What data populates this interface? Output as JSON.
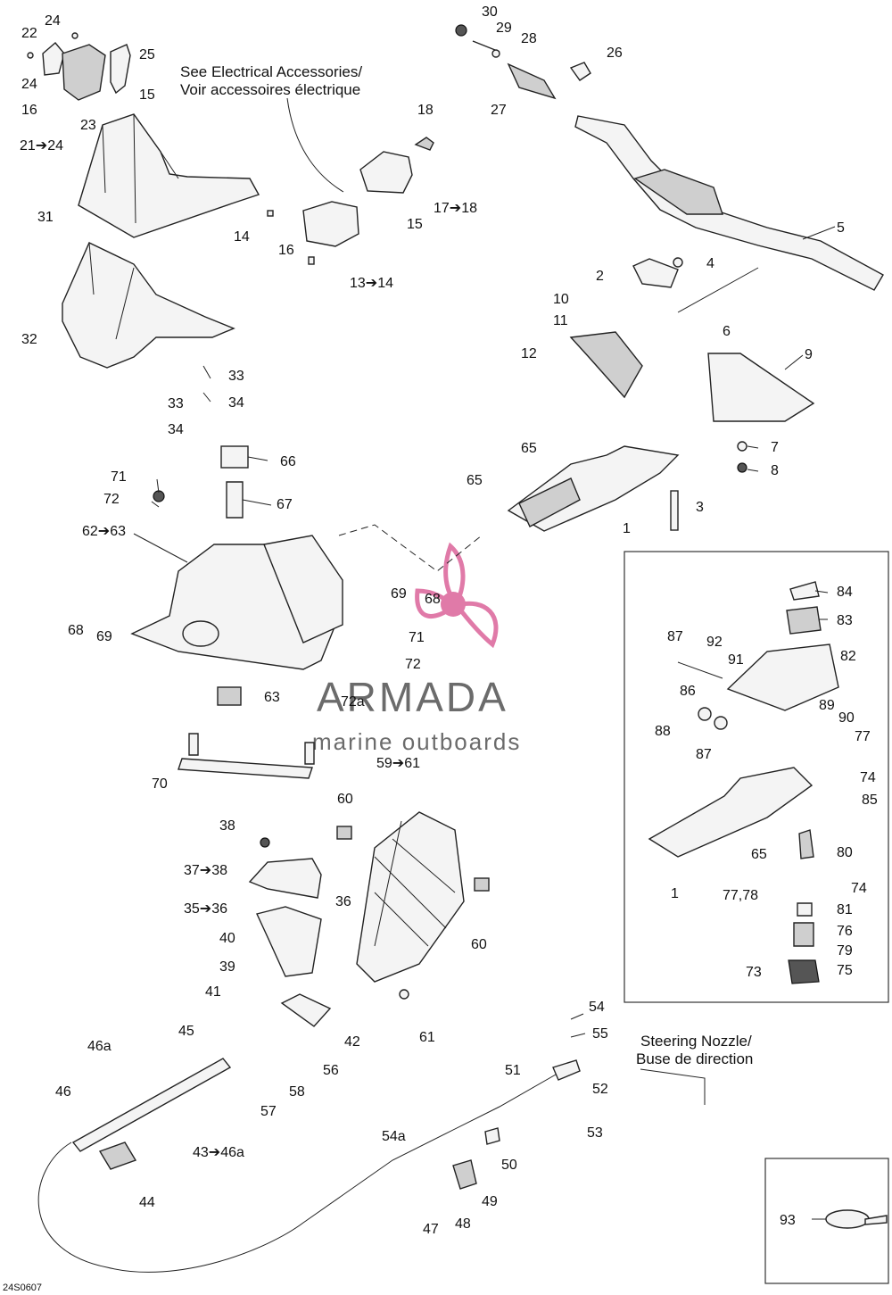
{
  "notes": {
    "electrical": [
      "See Electrical Accessories/",
      "Voir accessoires électrique"
    ],
    "steering": [
      "Steering Nozzle/",
      "Buse de direction"
    ]
  },
  "watermark": {
    "brand": "ARMADA",
    "tagline": "marine outboards",
    "logo_color": "#e07aa8"
  },
  "diagram_ref": "24S0607",
  "labels": {
    "l24a": "24",
    "l22": "22",
    "l25": "25",
    "l24b": "24",
    "l15a": "15",
    "l16a": "16",
    "l23": "23",
    "l21": "21➔24",
    "l31": "31",
    "l32": "32",
    "l33a": "33",
    "l33b": "33",
    "l34a": "34",
    "l34b": "34",
    "l18": "18",
    "l17": "17➔18",
    "l15b": "15",
    "l14": "14",
    "l16b": "16",
    "l13": "13➔14",
    "l30": "30",
    "l29": "29",
    "l28": "28",
    "l27": "27",
    "l26": "26",
    "l5": "5",
    "l2": "2",
    "l4": "4",
    "l10": "10",
    "l11": "11",
    "l12": "12",
    "l6": "6",
    "l9": "9",
    "l7": "7",
    "l8": "8",
    "l65a": "65",
    "l65b": "65",
    "l3": "3",
    "l1a": "1",
    "l66": "66",
    "l67": "67",
    "l71a": "71",
    "l72a": "72",
    "l62": "62➔63",
    "l68a": "68",
    "l69a": "69",
    "l69b": "69",
    "l68b": "68",
    "l71b": "71",
    "l72b": "72",
    "l63": "63",
    "l72c": "72a",
    "l70": "70",
    "l59": "59➔61",
    "l60a": "60",
    "l60b": "60",
    "l38": "38",
    "l37": "37➔38",
    "l35": "35➔36",
    "l36": "36",
    "l40": "40",
    "l39": "39",
    "l41": "41",
    "l42": "42",
    "l61": "61",
    "l45": "45",
    "l46a": "46a",
    "l46": "46",
    "l56": "56",
    "l58": "58",
    "l57": "57",
    "l43": "43➔46a",
    "l44": "44",
    "l54": "54",
    "l55": "55",
    "l51": "51",
    "l52": "52",
    "l53": "53",
    "l54a": "54a",
    "l50": "50",
    "l49": "49",
    "l47": "47",
    "l48": "48",
    "l84": "84",
    "l83": "83",
    "l87a": "87",
    "l92": "92",
    "l91": "91",
    "l82": "82",
    "l86": "86",
    "l89": "89",
    "l90": "90",
    "l77a": "77",
    "l88": "88",
    "l87b": "87",
    "l74a": "74",
    "l85": "85",
    "l80": "80",
    "l65c": "65",
    "l74b": "74",
    "l1b": "1",
    "l77b": "77,78",
    "l81": "81",
    "l76": "76",
    "l79": "79",
    "l75": "75",
    "l73": "73",
    "l93": "93"
  }
}
